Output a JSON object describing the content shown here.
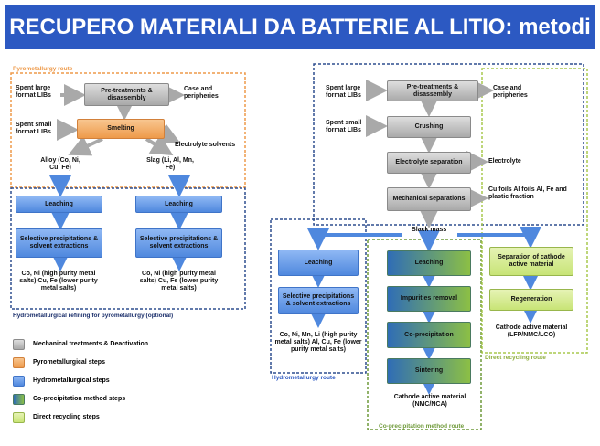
{
  "title": "RECUPERO MATERIALI DA BATTERIE AL LITIO: metodi",
  "colors": {
    "title_bg": "#2c59c2",
    "pyro_route": "#ee9a4a",
    "hydro_route": "#2f4f8f",
    "coprecip_route": "#6f9a3a",
    "direct_route": "#a9c84f",
    "arrow_gray": "#a9a9a9",
    "arrow_blue": "#4f88de"
  },
  "left_panel": {
    "pyro_route_label": "Pyrometallurgy route",
    "inputs": {
      "spent_large": "Spent large format LIBs",
      "spent_small": "Spent small format LIBs"
    },
    "steps": {
      "pretreatments": "Pre-treatments & disassembly",
      "smelting": "Smelting"
    },
    "outputs": {
      "case": "Case and peripheries",
      "electrolyte_solvents": "Electrolyte solvents",
      "alloy": "Alloy (Co, Ni, Cu, Fe)",
      "slag": "Slag (Li, Al, Mn, Fe)"
    },
    "hydro_refining": {
      "leaching_1": "Leaching",
      "leaching_2": "Leaching",
      "precip_1": "Selective precipitations & solvent extractions",
      "precip_2": "Selective precipitations & solvent extractions",
      "result_1": "Co, Ni (high purity metal salts) Cu, Fe (lower purity metal salts)",
      "result_2": "Co, Ni (high purity metal salts) Cu, Fe (lower purity metal salts)",
      "caption": "Hydrometallurgical refining for pyrometallurgy (optional)"
    }
  },
  "right_panel": {
    "inputs": {
      "spent_large": "Spent large format LIBs",
      "spent_small": "Spent small format LIBs"
    },
    "steps": {
      "pretreatments": "Pre-treatments & disassembly",
      "crushing": "Crushing",
      "electrolyte_separation": "Electrolyte separation",
      "mechanical_separations": "Mechanical separations"
    },
    "outputs": {
      "case": "Case and peripheries",
      "electrolyte": "Electrolyte",
      "foils": "Cu foils Al foils Al, Fe and plastic fraction"
    },
    "black_mass": "Black mass",
    "hydro_route": {
      "leaching": "Leaching",
      "precip": "Selective precipitations & solvent extractions",
      "result": "Co, Ni, Mn, Li (high purity metal salts) Al, Cu, Fe (lower purity metal salts)",
      "caption": "Hydrometallurgy route"
    },
    "coprecip_route": {
      "leaching": "Leaching",
      "impurities": "Impurities removal",
      "coprecipitation": "Co-precipitation",
      "sintering": "Sintering",
      "result": "Cathode active material (NMC/NCA)",
      "caption": "Co-precipitation method route"
    },
    "direct_route": {
      "separation": "Separation of cathode active material",
      "regeneration": "Regeneration",
      "result": "Cathode active material (LFP/NMC/LCO)",
      "caption": "Direct recycling route"
    }
  },
  "legend": [
    {
      "label": "Mechanical treatments & Deactivation",
      "swatch": "gray"
    },
    {
      "label": "Pyrometallurgical steps",
      "swatch": "orange"
    },
    {
      "label": "Hydrometallurgical steps",
      "swatch": "blue"
    },
    {
      "label": "Co-precipitation method steps",
      "swatch": "coprecip"
    },
    {
      "label": "Direct recycling steps",
      "swatch": "green"
    }
  ]
}
